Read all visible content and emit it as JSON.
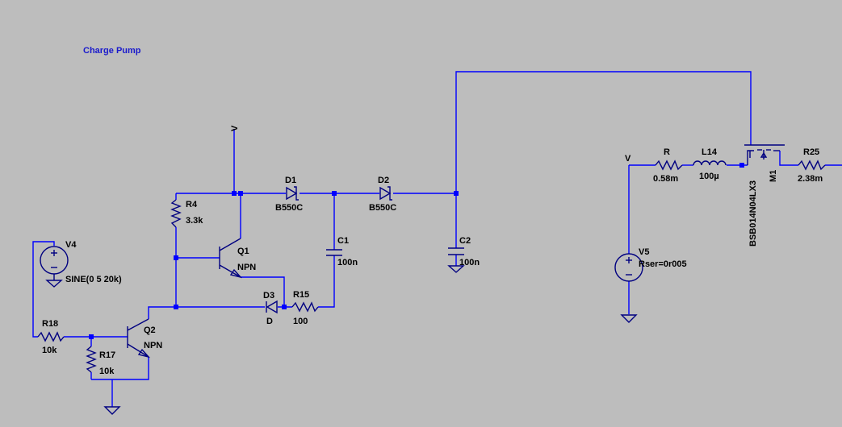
{
  "title": "Charge Pump",
  "components": {
    "V4": {
      "name": "V4",
      "value": "SINE(0 5 20k)"
    },
    "R18": {
      "name": "R18",
      "value": "10k"
    },
    "R17": {
      "name": "R17",
      "value": "10k"
    },
    "Q2": {
      "name": "Q2",
      "value": "NPN"
    },
    "R4": {
      "name": "R4",
      "value": "3.3k"
    },
    "Q1": {
      "name": "Q1",
      "value": "NPN"
    },
    "D1": {
      "name": "D1",
      "value": "B550C"
    },
    "D2": {
      "name": "D2",
      "value": "B550C"
    },
    "C1": {
      "name": "C1",
      "value": "100n"
    },
    "C2": {
      "name": "C2",
      "value": "100n"
    },
    "D3": {
      "name": "D3",
      "value": "D"
    },
    "R15": {
      "name": "R15",
      "value": "100"
    },
    "V5": {
      "name": "V5",
      "value": "Rser=0r005"
    },
    "R": {
      "name": "R",
      "value": "0.58m"
    },
    "L14": {
      "name": "L14",
      "value": "100µ"
    },
    "M1": {
      "name": "M1",
      "value": "BSB014N04LX3"
    },
    "R25": {
      "name": "R25",
      "value": "2.38m"
    }
  },
  "net_labels": {
    "v_top": "V",
    "v_right": "V"
  }
}
